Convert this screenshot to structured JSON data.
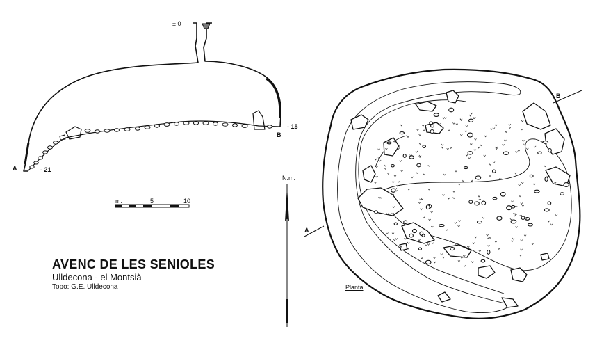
{
  "title": "AVENC DE LES SENIOLES",
  "subtitle": "Ulldecona - el Montsià",
  "credit": "Topo: G.E. Ulldecona",
  "section": {
    "depth_entrance": "± 0",
    "depth_b": "- 15",
    "depth_a": "- 21",
    "point_a": "A",
    "point_b": "B"
  },
  "scale": {
    "unit": "m.",
    "mid": "5",
    "end": "10"
  },
  "north": {
    "label": "N.m."
  },
  "plan": {
    "label": "Planta",
    "point_a": "A",
    "point_b": "B"
  }
}
